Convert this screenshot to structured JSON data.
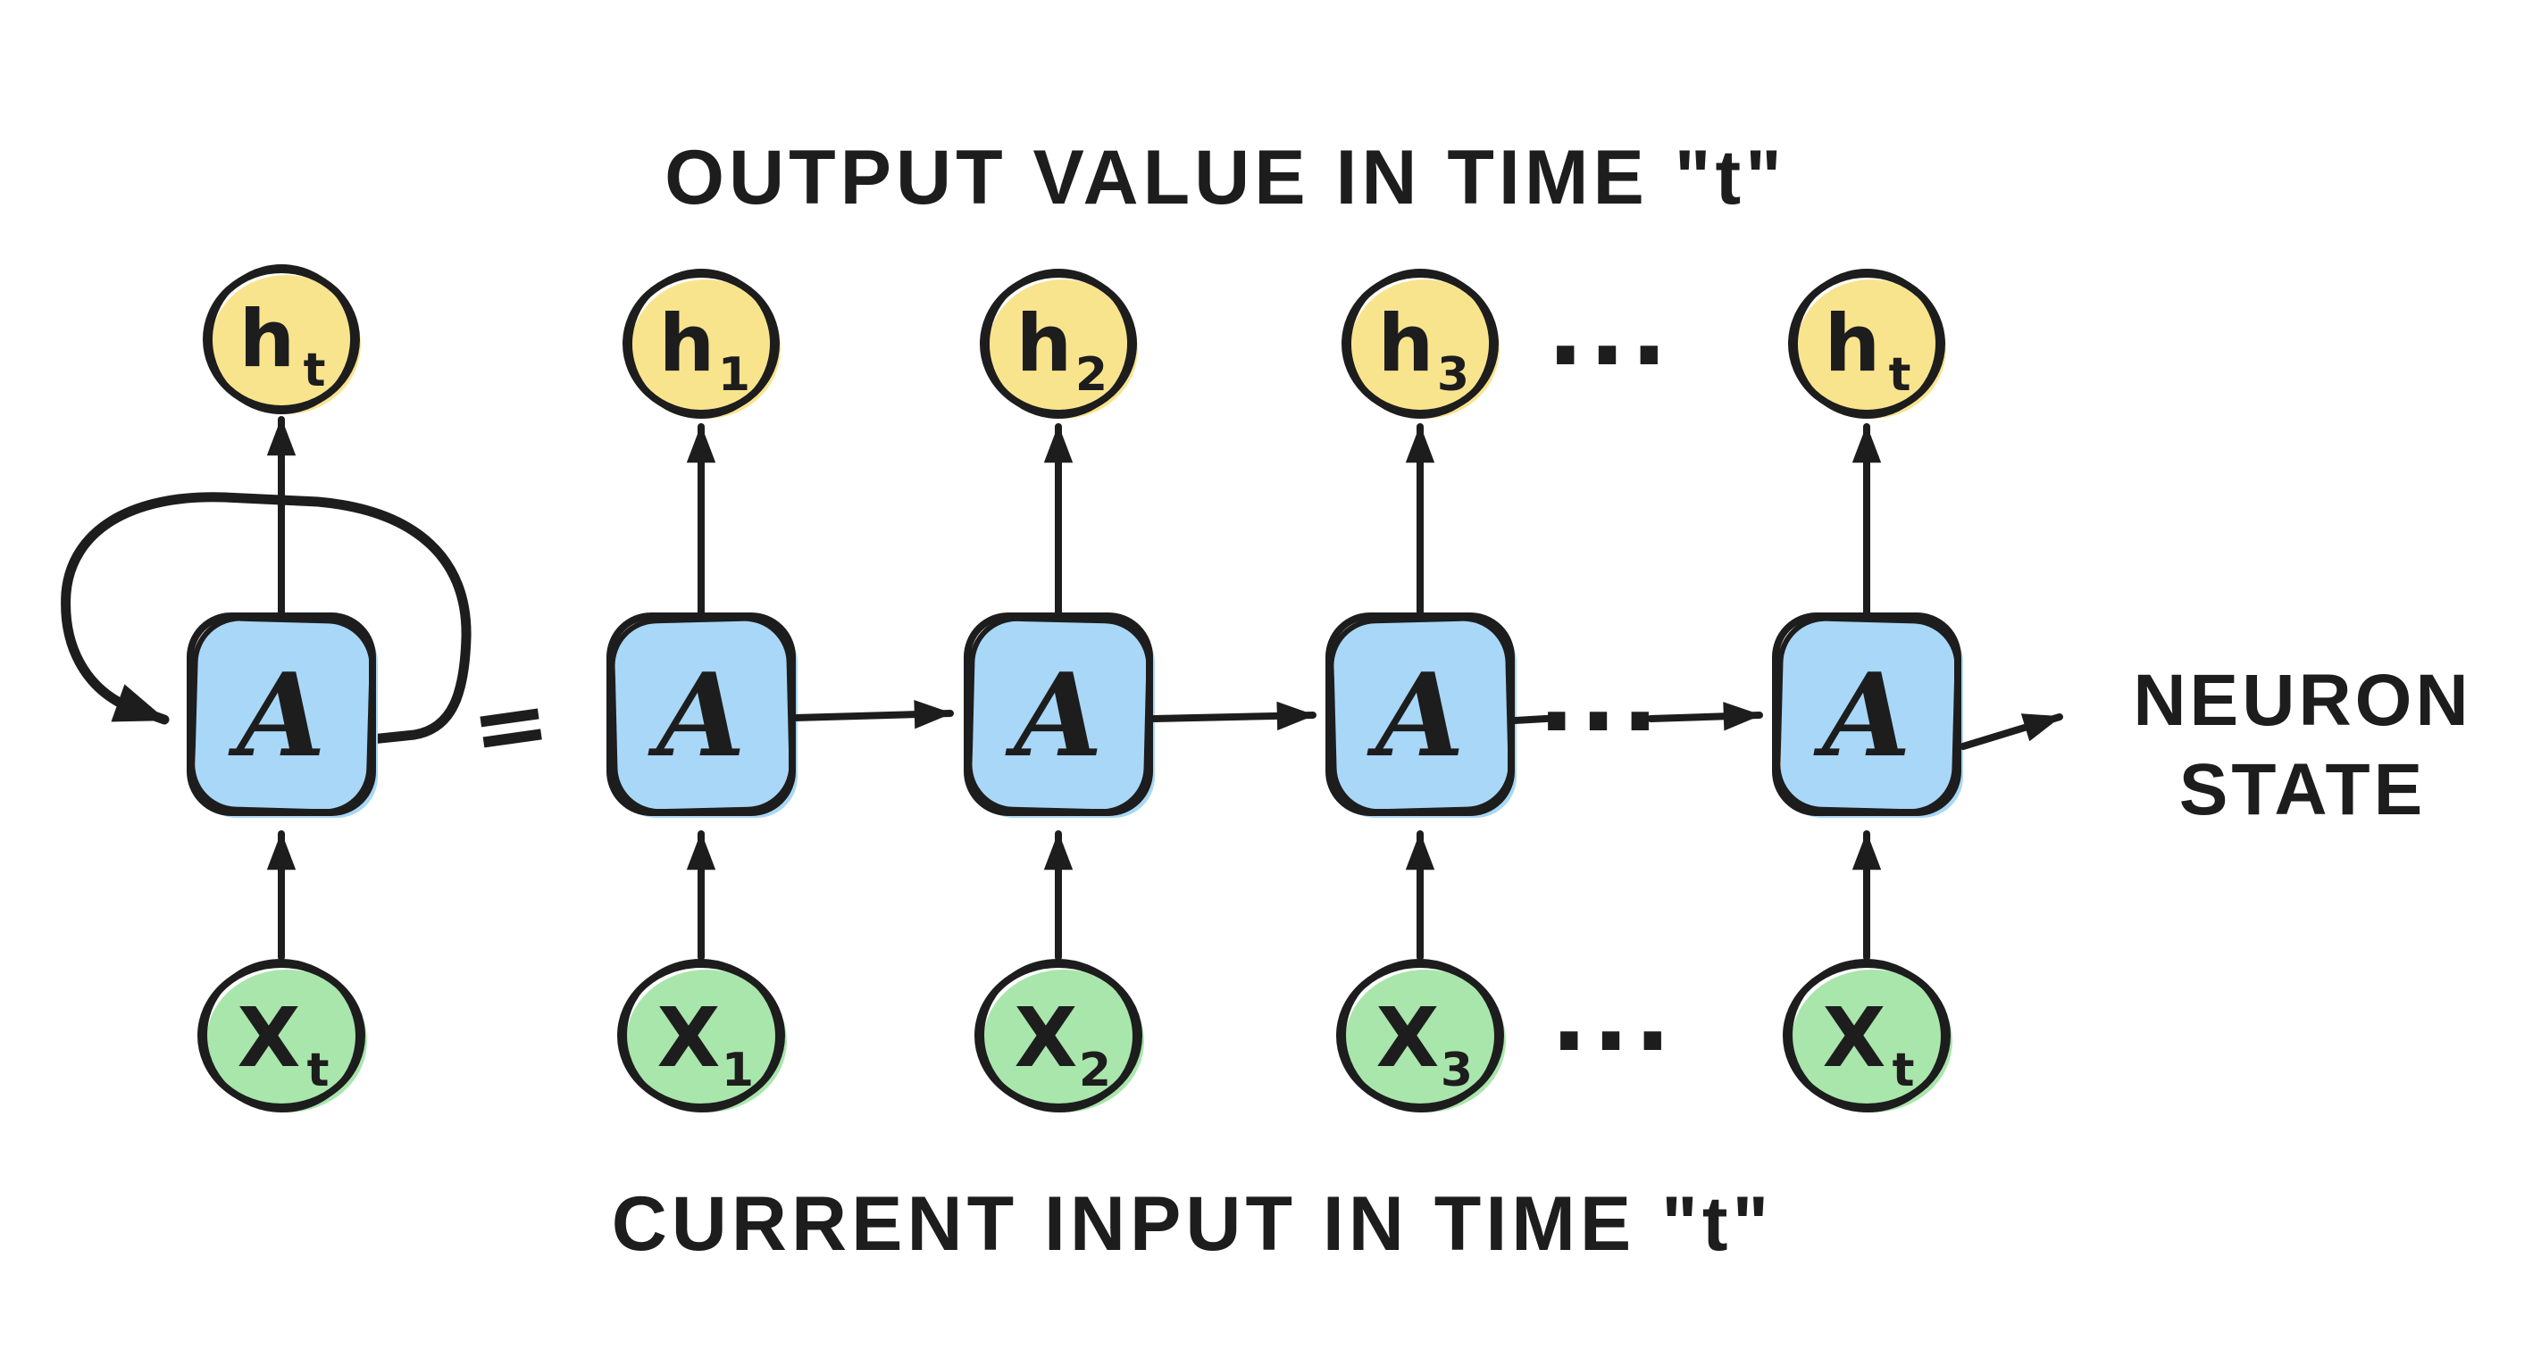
{
  "colors": {
    "ink": "#1d1d1d",
    "output_node_yellow": "#F9E48E",
    "cell_blue": "#A8D7F8",
    "input_node_green": "#A9E6AC",
    "background": "#FFFFFF"
  },
  "captions": {
    "top": "OUTPUT VALUE IN TIME \"t\"",
    "bottom": "CURRENT INPUT IN TIME \"t\"",
    "side_line1": "NEURON",
    "side_line2": "STATE"
  },
  "symbols": {
    "equals": "=",
    "ellipsis_outputs": "...",
    "ellipsis_cells": "...",
    "ellipsis_inputs": "..."
  },
  "folded_cell": {
    "output": {
      "base": "h",
      "sub": "t"
    },
    "cell_label": "A",
    "input": {
      "base": "X",
      "sub": "t"
    }
  },
  "unrolled_cells": [
    {
      "output": {
        "base": "h",
        "sub": "1"
      },
      "cell_label": "A",
      "input": {
        "base": "X",
        "sub": "1"
      }
    },
    {
      "output": {
        "base": "h",
        "sub": "2"
      },
      "cell_label": "A",
      "input": {
        "base": "X",
        "sub": "2"
      }
    },
    {
      "output": {
        "base": "h",
        "sub": "3"
      },
      "cell_label": "A",
      "input": {
        "base": "X",
        "sub": "3"
      }
    },
    {
      "output": {
        "base": "h",
        "sub": "t"
      },
      "cell_label": "A",
      "input": {
        "base": "X",
        "sub": "t"
      }
    }
  ]
}
